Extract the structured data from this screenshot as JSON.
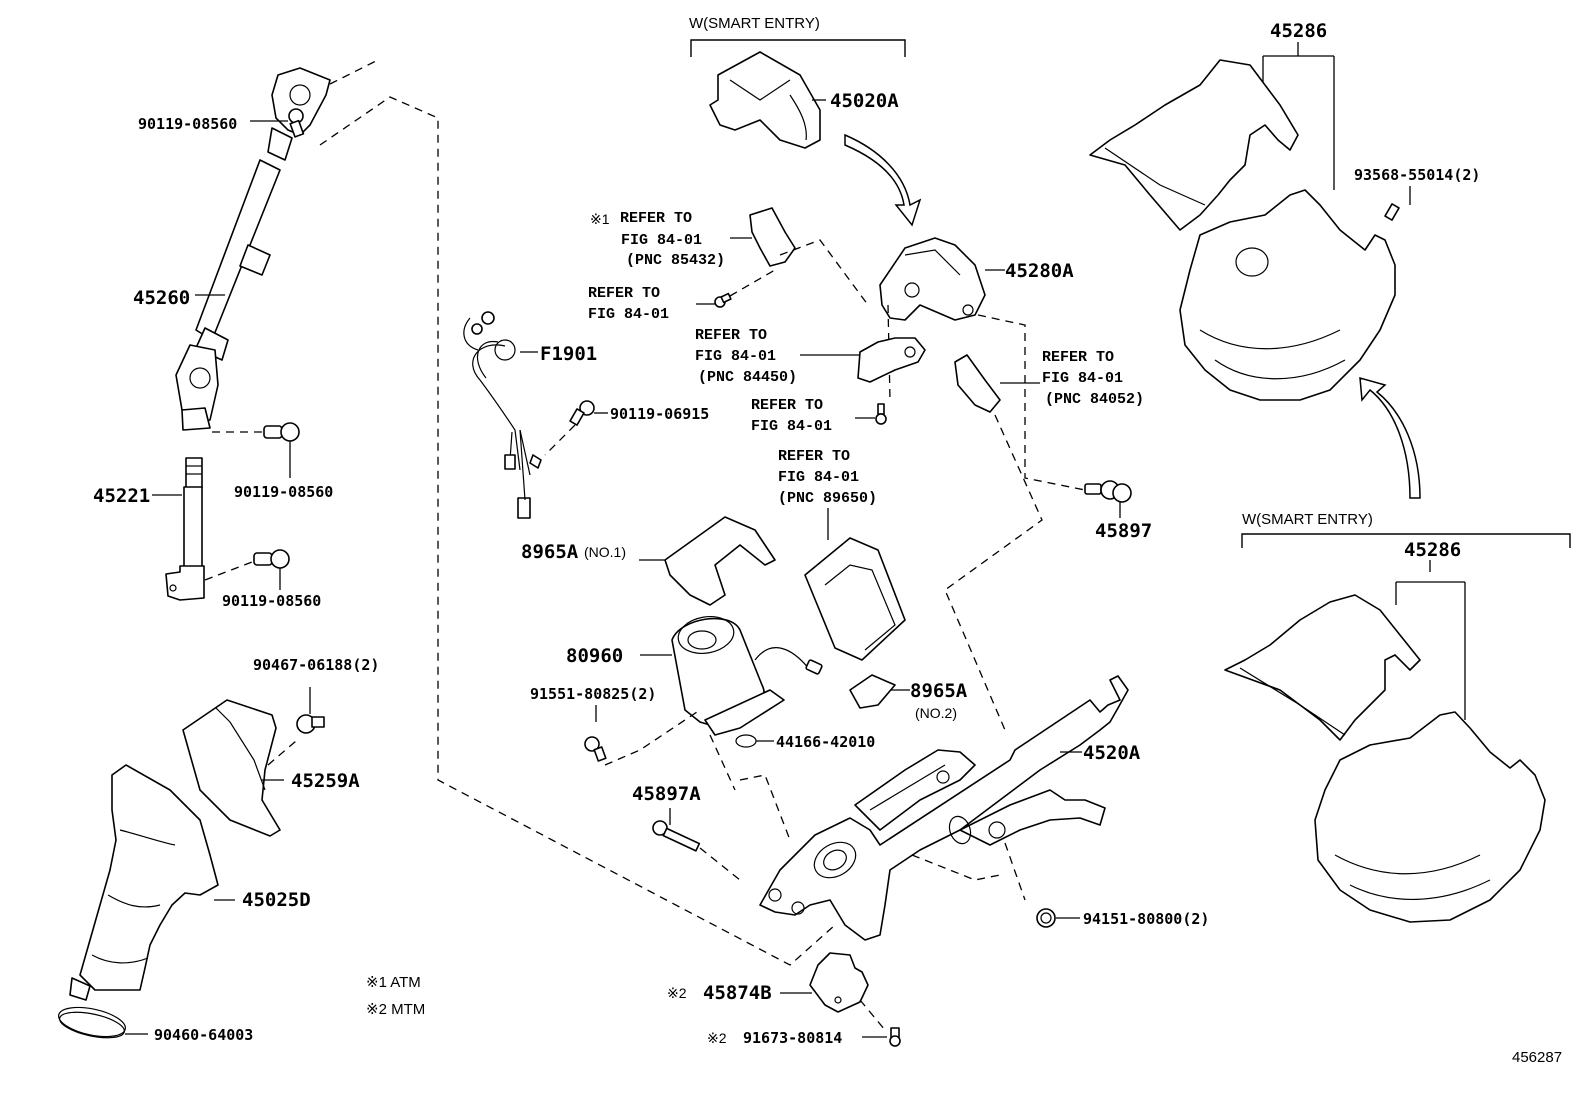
{
  "diagram": {
    "figure_id": "456287",
    "groups": {
      "smart_entry_top": "W(SMART ENTRY)",
      "smart_entry_right": "W(SMART ENTRY)"
    },
    "notes": {
      "note1": "※1 ATM",
      "note2": "※2 MTM"
    },
    "parts": {
      "p90119_08560_a": "90119-08560",
      "p45260": "45260",
      "p90119_08560_b": "90119-08560",
      "p45221": "45221",
      "p90119_08560_c": "90119-08560",
      "p90467_06188": "90467-06188(2)",
      "p45259A": "45259A",
      "p45025D": "45025D",
      "p90460_64003": "90460-64003",
      "p45020A": "45020A",
      "pF1901": "F1901",
      "p90119_06915": "90119-06915",
      "p45280A": "45280A",
      "p45897": "45897",
      "p8965A_no1": "8965A",
      "p8965A_no1_sub": "(NO.1)",
      "p80960": "80960",
      "p91551_80825": "91551-80825(2)",
      "p8965A_no2": "8965A",
      "p8965A_no2_sub": "(NO.2)",
      "p44166_42010": "44166-42010",
      "p45897A": "45897A",
      "p4520A": "4520A",
      "p94151_80800": "94151-80800(2)",
      "p45874B_mark": "※2",
      "p45874B": "45874B",
      "p91673_80814_mark": "※2",
      "p91673_80814": "91673-80814",
      "p45286_top": "45286",
      "p93568_55014": "93568-55014(2)",
      "p45286_bottom": "45286"
    },
    "references": {
      "r1_mark": "※1",
      "r1_line1": "REFER TO",
      "r1_line2": "FIG 84-01",
      "r1_line3": "(PNC 85432)",
      "r2_line1": "REFER TO",
      "r2_line2": "FIG 84-01",
      "r3_line1": "REFER TO",
      "r3_line2": "FIG 84-01",
      "r3_line3": "(PNC 84450)",
      "r4_line1": "REFER TO",
      "r4_line2": "FIG 84-01",
      "r5_line1": "REFER TO",
      "r5_line2": "FIG 84-01",
      "r5_line3": "(PNC 84052)",
      "r6_line1": "REFER TO",
      "r6_line2": "FIG 84-01",
      "r6_line3": "(PNC 89650)"
    }
  }
}
